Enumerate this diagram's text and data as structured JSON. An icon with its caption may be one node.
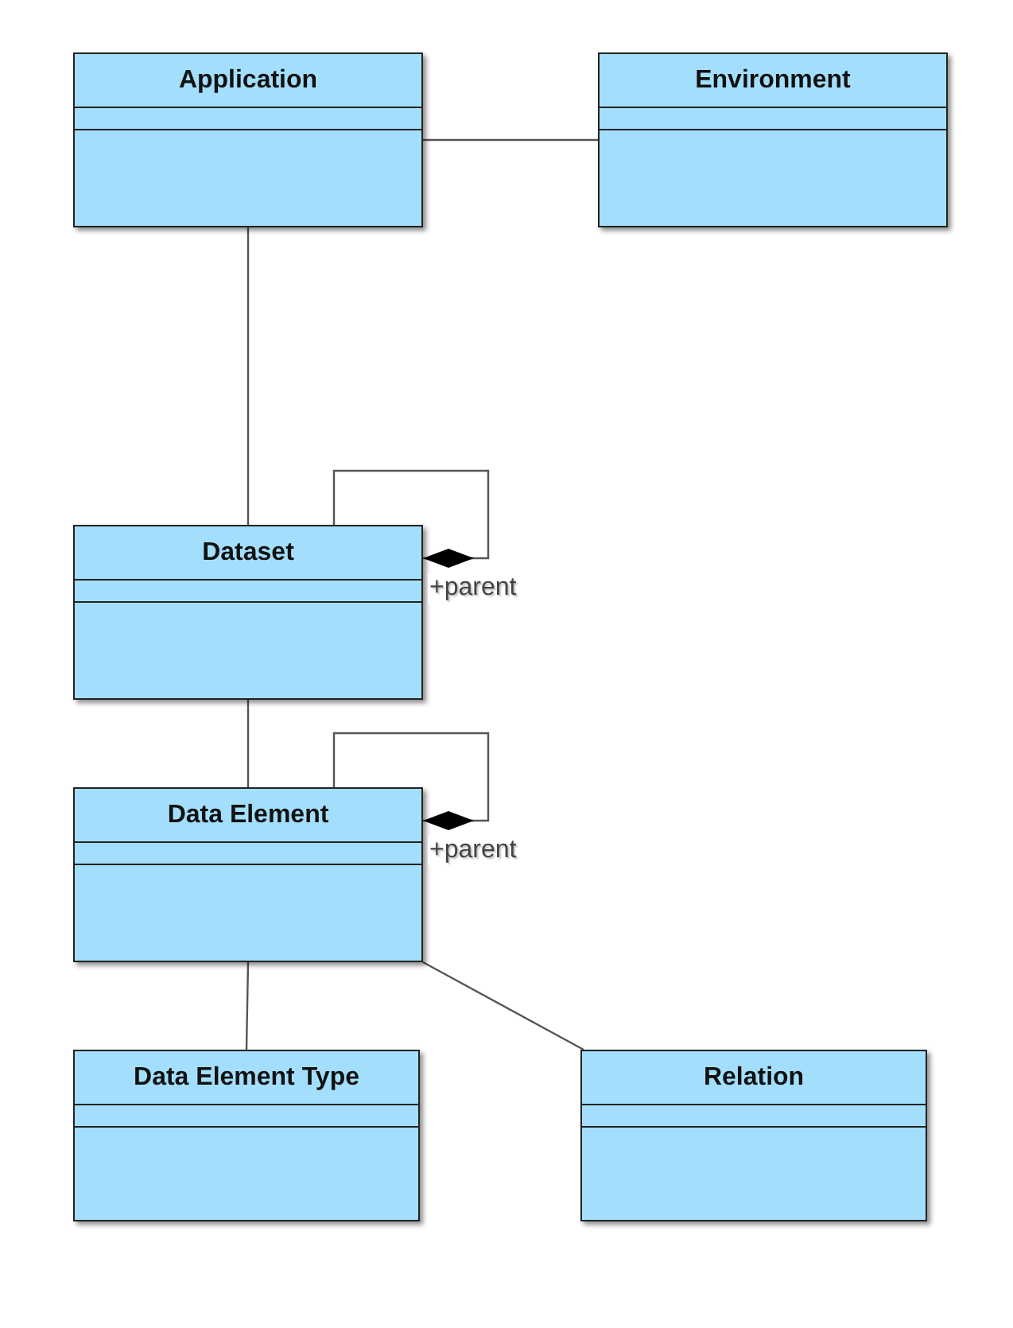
{
  "diagram": {
    "nodes": [
      {
        "text": [
          "Application"
        ]
      },
      {
        "text": [
          "Environment"
        ]
      },
      {
        "text": [
          "Dataset"
        ]
      },
      {
        "text": [
          "Data Element"
        ]
      },
      {
        "text": [
          "Data Element Type"
        ]
      },
      {
        "text": [
          "Relation"
        ]
      }
    ],
    "edges": [
      {
        "from": 0,
        "to": 1,
        "arrow": "none"
      },
      {
        "from": 0,
        "to": 2,
        "arrow": "none"
      },
      {
        "from": 2,
        "to": 2,
        "arrow": "other",
        "label": "+parent"
      },
      {
        "from": 2,
        "to": 3,
        "arrow": "none"
      },
      {
        "from": 3,
        "to": 3,
        "arrow": "other",
        "label": "+parent"
      },
      {
        "from": 3,
        "to": 4,
        "arrow": "none"
      },
      {
        "from": 3,
        "to": 5,
        "arrow": "none"
      }
    ]
  }
}
